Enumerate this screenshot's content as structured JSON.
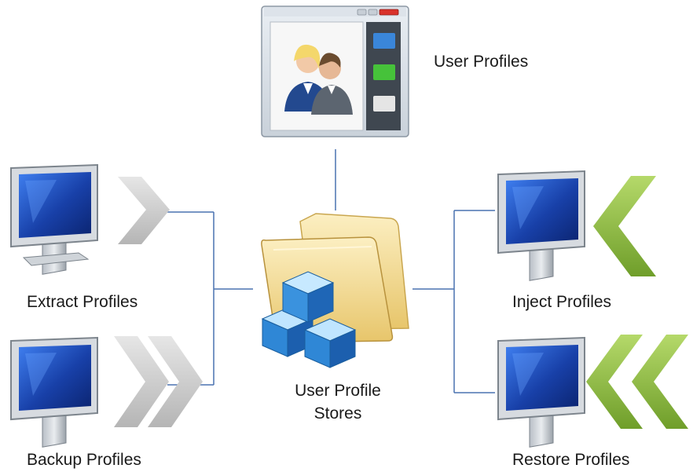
{
  "nodes": {
    "user_profiles": {
      "label": "User Profiles",
      "icon": "profiles-window-icon"
    },
    "store": {
      "label_line1": "User Profile",
      "label_line2": "Stores",
      "icon": "folder-with-cubes-icon"
    },
    "extract": {
      "label": "Extract Profiles",
      "icon": "computer-single-arrow-right-icon"
    },
    "backup": {
      "label": "Backup Profiles",
      "icon": "computer-double-arrow-right-icon"
    },
    "inject": {
      "label": "Inject Profiles",
      "icon": "computer-single-arrow-left-icon"
    },
    "restore": {
      "label": "Restore Profiles",
      "icon": "computer-double-arrow-left-icon"
    }
  },
  "colors": {
    "connector": "#4a72b0",
    "arrow_gray": "#c9c9c9",
    "arrow_green": "#8fbf3f",
    "screen_blue": "#1d48b8",
    "folder": "#f2d98c",
    "cube": "#2f8fe0"
  }
}
